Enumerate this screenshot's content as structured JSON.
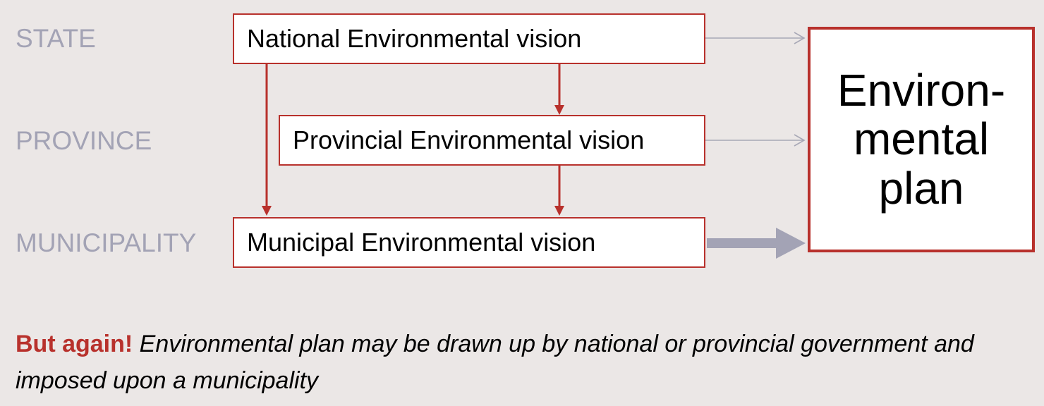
{
  "levels": {
    "state": "STATE",
    "province": "PROVINCE",
    "municipality": "MUNICIPALITY"
  },
  "visions": {
    "national": "National Environmental vision",
    "provincial": "Provincial Environmental vision",
    "municipal": "Municipal Environmental vision"
  },
  "plan": {
    "line1": "Environ-",
    "line2": "mental",
    "line3": "plan"
  },
  "footnote": {
    "emphasis": "But again!",
    "text": "Environmental plan may be drawn up by national or provincial government and imposed upon a municipality"
  },
  "colors": {
    "background": "#ebe7e6",
    "accent": "#b8312c",
    "level_label": "#a3a3b5",
    "thin_arrow": "#a8a8b6",
    "thick_arrow": "#a3a3b5"
  }
}
